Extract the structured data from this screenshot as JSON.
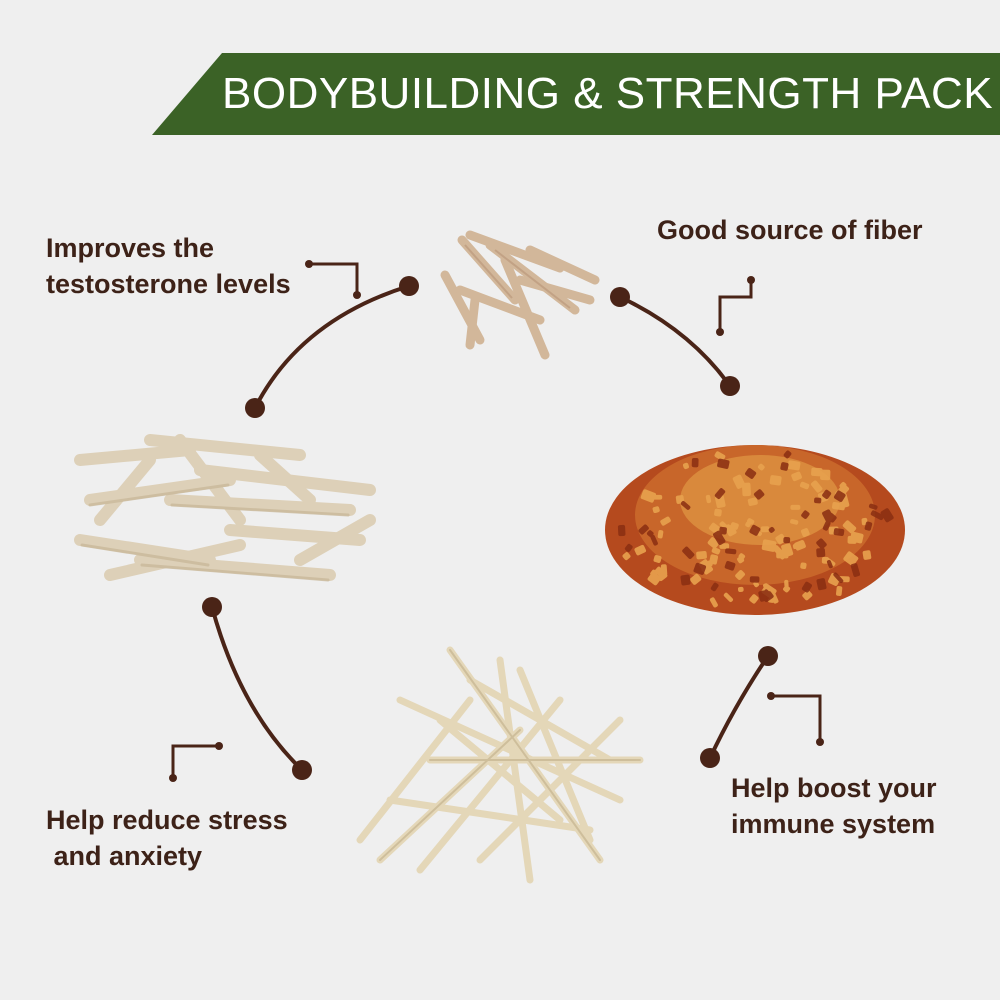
{
  "banner": {
    "title": "BODYBUILDING & STRENGTH PACK",
    "color": "#3b6226"
  },
  "benefits": {
    "testosterone": "Improves the\ntestosterone levels",
    "fiber": "Good source of fiber",
    "stress": "Help reduce stress\n and anxiety",
    "immune": "Help boost your\nimmune system"
  },
  "colors": {
    "background": "#efefef",
    "text": "#3d2218",
    "connector": "#4a2417"
  },
  "images": [
    {
      "name": "dried-root-sticks",
      "icon": "root-sticks-image"
    },
    {
      "name": "shatavari-root-pile",
      "icon": "white-root-pile-image"
    },
    {
      "name": "gum-resin-crystals",
      "icon": "resin-crystals-image"
    },
    {
      "name": "safed-musli-roots",
      "icon": "white-musli-image"
    }
  ]
}
